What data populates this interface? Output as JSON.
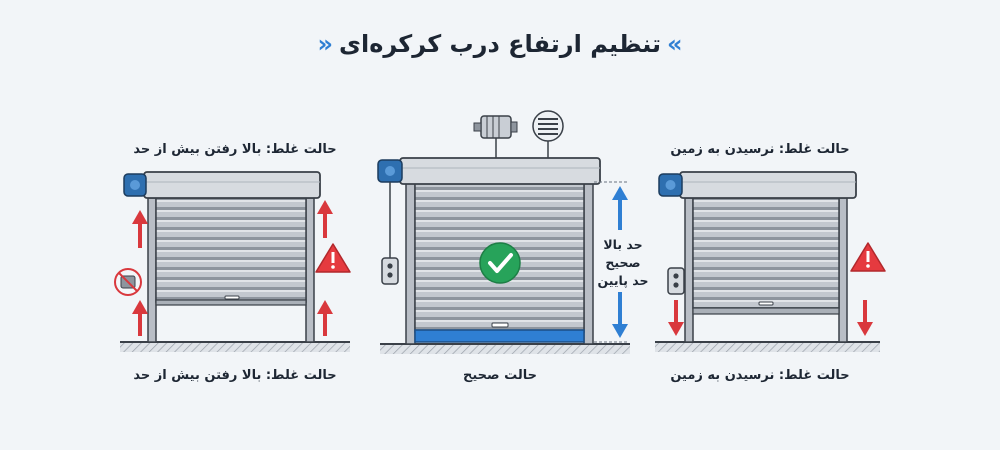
{
  "title": "تنظیم ارتفاع درب کرکره‌ای",
  "title_decor": {
    "left": "«",
    "right": "»"
  },
  "panels": {
    "left": {
      "top_label": "حالت غلط: بالا رفتن بیش از حد",
      "bottom_label": "حالت غلط: بالا رفتن بیش از حد",
      "status": "wrong",
      "icons": [
        "warning-icon",
        "motor-crossed-icon",
        "arrow-up-icon"
      ]
    },
    "center": {
      "bottom_label": "حالت صحیح",
      "status": "correct",
      "side_labels": {
        "upper": "حد بالا",
        "middle": "صحیح",
        "lower": "حد پایین"
      },
      "icons": [
        "motor-icon",
        "spring-icon",
        "check-icon",
        "remote-icon"
      ]
    },
    "right": {
      "top_label": "حالت غلط: نرسیدن به زمین",
      "bottom_label": "حالت غلط: نرسیدن به زمین",
      "status": "wrong",
      "icons": [
        "warning-icon",
        "remote-icon",
        "arrow-down-icon"
      ]
    }
  },
  "colors": {
    "accent": "#2f7fd3",
    "wrong_arrow": "#d9383d",
    "correct": "#27a35a",
    "warning": "#e53a3f",
    "motor": "#2e6fb0"
  }
}
